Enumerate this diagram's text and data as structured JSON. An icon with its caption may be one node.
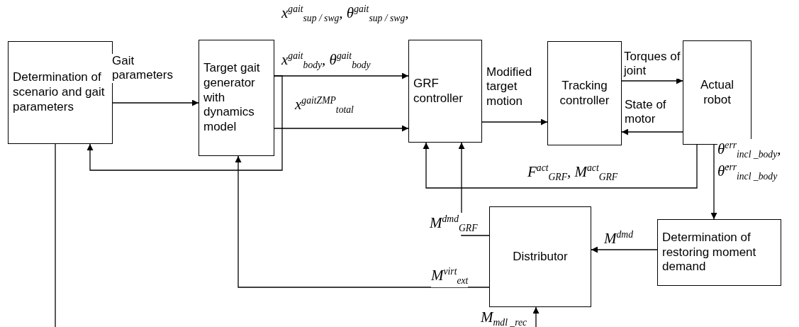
{
  "diagram": {
    "nodes": [
      {
        "text": [
          "Determination of scenario and gait parameters"
        ]
      },
      {
        "text": [
          "Target gait generator with dynamics model"
        ]
      },
      {
        "text": [
          "GRF controller"
        ]
      },
      {
        "text": [
          "Tracking controller"
        ]
      },
      {
        "text": [
          "Actual robot"
        ]
      },
      {
        "text": [
          "Determination of restoring moment demand"
        ]
      },
      {
        "text": [
          "Distributor"
        ]
      }
    ],
    "edges": [
      {
        "from": 0,
        "to": 1,
        "arrow": "to",
        "label": "Gait parameters"
      },
      {
        "from": 1,
        "to": 2,
        "arrow": "to",
        "label": "x$^{gait}$$_{body}$, θ$^{gait}$$_{body}$"
      },
      {
        "from": 1,
        "to": 0,
        "arrow": "to"
      },
      {
        "from": 1,
        "to": 2,
        "arrow": "to",
        "label": "x$^{gaitZMP}$$_{total}$"
      },
      {
        "from": 2,
        "to": 3,
        "arrow": "to",
        "label": "Modified target motion"
      },
      {
        "from": 3,
        "to": 4,
        "arrow": "to",
        "label": "Torques of joint"
      },
      {
        "from": 4,
        "to": 3,
        "arrow": "to",
        "label": "State of motor"
      },
      {
        "from": 4,
        "to": 2,
        "arrow": "to",
        "label": "F$^{act}$$_{GRF}$, M$^{act}$$_{GRF}$"
      },
      {
        "from": 4,
        "to": 5,
        "arrow": "to",
        "label": "θ$^{err}$$_{incl _body}$, θ̇$^{err}$$_{incl _body}$"
      },
      {
        "from": 5,
        "to": 6,
        "arrow": "to",
        "label": "M$^{dmd}$"
      },
      {
        "from": 6,
        "to": 2,
        "arrow": "to",
        "label": "M$^{dmd}$$_{GRF}$"
      },
      {
        "from": 6,
        "to": 1,
        "arrow": "to",
        "label": "M$^{virt}$$_{ext}$"
      },
      {
        "from": null,
        "to": 6,
        "arrow": "to",
        "label": "M$_{mdl _rec}$"
      },
      {
        "from": 0,
        "to": null,
        "arrow": "none"
      }
    ],
    "labels": [
      "x$^{gait}$$_{sup / swg}$, θ$^{gait}$$_{sup / swg}$,"
    ]
  }
}
